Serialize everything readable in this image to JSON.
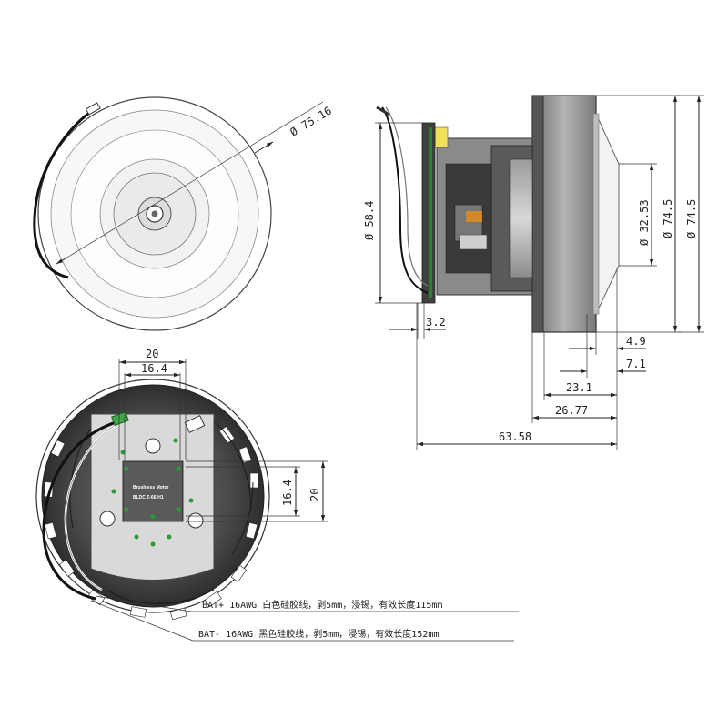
{
  "front_view": {
    "diameter_label": "Ø 75.16"
  },
  "side_view": {
    "dims": {
      "d58": "Ø 58.4",
      "d3253": "Ø 32.53",
      "d745_inner": "Ø 74.5",
      "d745_outer": "Ø 74.5",
      "l32": "3.2",
      "l49": "4.9",
      "l71": "7.1",
      "l231": "23.1",
      "l2677": "26.77",
      "l6358": "63.58"
    }
  },
  "rear_view": {
    "dims": {
      "top20": "20",
      "top164": "16.4",
      "side164": "16.4",
      "side20": "20"
    },
    "label_line1": "Brushless Motor",
    "label_line2": "BLDC Z-66-H1"
  },
  "wire_notes": {
    "bat_plus": "BAT+  16AWG  白色硅胶线，剥5mm，浸锡，有效长度115mm",
    "bat_minus": "BAT-  16AWG  黑色硅胶线，剥5mm，浸锡，有效长度152mm"
  }
}
